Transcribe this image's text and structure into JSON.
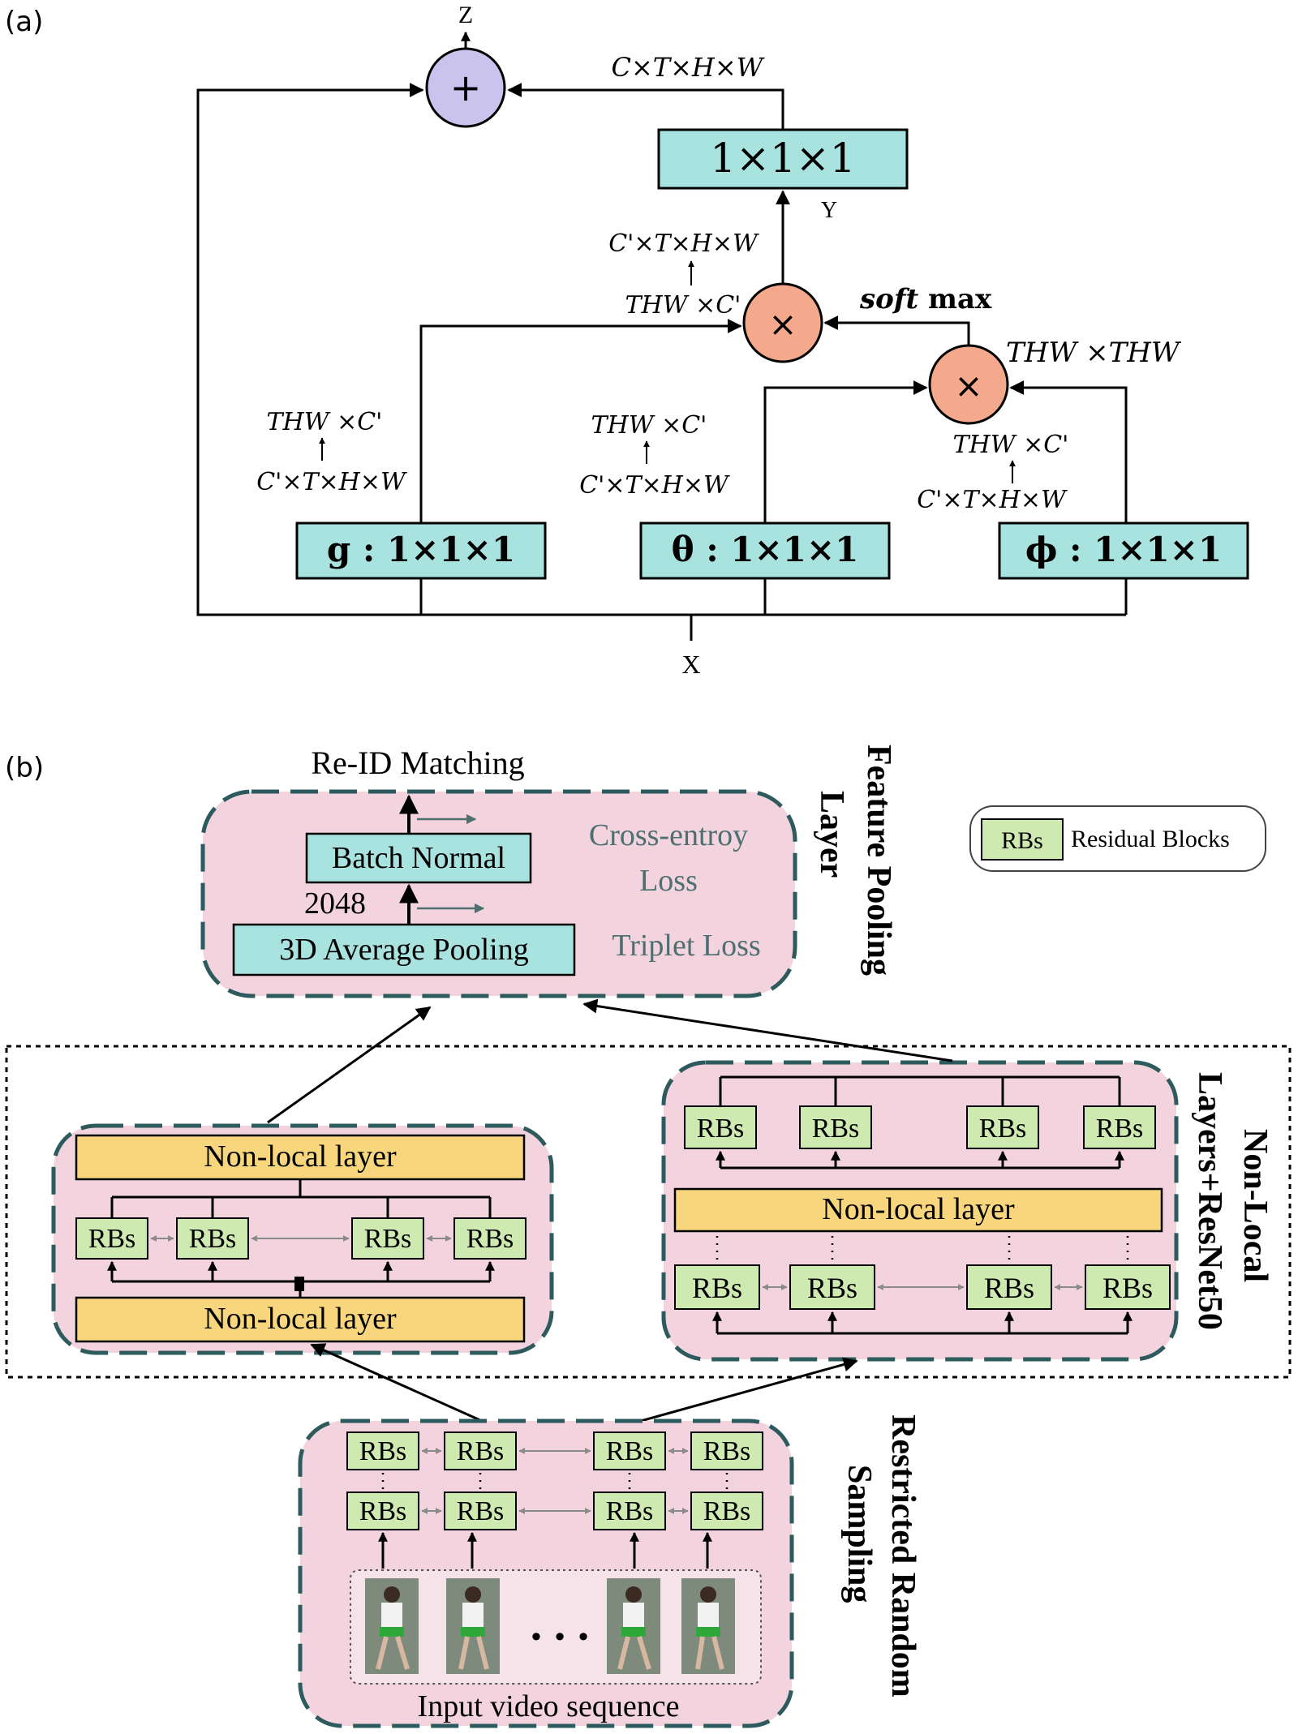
{
  "panel_a": {
    "tag": "(a)",
    "z": "Z",
    "x": "X",
    "y": "Y",
    "plus": "+",
    "times": "×",
    "conv_top": "1×1×1",
    "conv_g": "g : 1×1×1",
    "conv_theta": "θ : 1×1×1",
    "conv_phi": "ϕ : 1×1×1",
    "dim_top": "C×T×H×W",
    "dim_after_mult": "C'×T×H×W",
    "dim_thwc_mid": "THW ×C'",
    "softmax_soft": "soft",
    "softmax_max": " max",
    "dim_thw_thw": "THW ×THW",
    "dim_thwc_phi": "THW ×C'",
    "dim_ctwh_phi": "C'×T×H×W",
    "dim_thwc_g": "THW ×C'",
    "dim_ctwh_g": "C'×T×H×W",
    "dim_thwc_theta": "THW ×C'",
    "dim_ctwh_theta": "C'×T×H×W"
  },
  "panel_b": {
    "tag": "(b)",
    "reid": "Re-ID Matching",
    "batch_normal": "Batch Normal",
    "avg_pooling": "3D Average Pooling",
    "dim_2048": "2048",
    "ce_loss_1": "Cross-entroy",
    "ce_loss_2": "Loss",
    "triplet_loss": "Triplet Loss",
    "feature_pooling_1": "Feature Pooling",
    "feature_pooling_2": "Layer",
    "legend_rb": "RBs",
    "legend_text": "Residual Blocks",
    "non_local_layer": "Non-local layer",
    "rb": "RBs",
    "nonlocal_side_1": "Non-Local",
    "nonlocal_side_2": "Layers+ResNet50",
    "restricted_1": "Restricted Random",
    "restricted_2": "Sampling",
    "ellipsis": "• • •",
    "input_video": "Input video sequence"
  },
  "colors": {
    "cyan": "#a8e3df",
    "purple_circle": "#c9c3ee",
    "orange_circle": "#f4a98c",
    "pink_panel": "#f3d3de",
    "pink_border": "#2d5a5c",
    "yellow_layer": "#f7d67d",
    "green_rb": "#cfeab0",
    "arrow_gray": "#8a8a8a",
    "cyan_text": "#4d6f6f"
  }
}
